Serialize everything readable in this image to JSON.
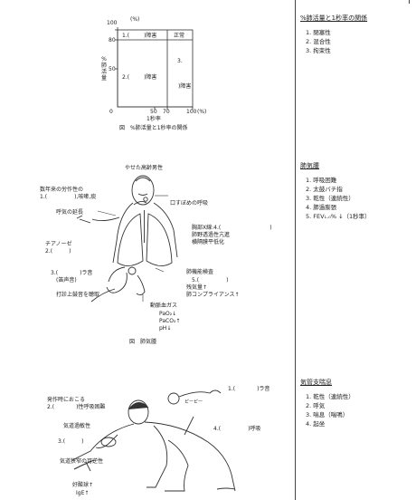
{
  "chart": {
    "y_unit": "(%)",
    "y_ticks": [
      "100",
      "80",
      "50",
      "0"
    ],
    "y_label_chars": [
      "%",
      "肺",
      "活",
      "量"
    ],
    "x_ticks": [
      "50",
      "70",
      "100"
    ],
    "x_unit": "(%)",
    "x_label": "1秒率",
    "cell_restrictive_num": "1.(",
    "cell_restrictive_tail": ")障害",
    "cell_normal": "正常",
    "cell_mixed_num": "2.(",
    "cell_mixed_tail": ")障害",
    "cell_obstructive_num": "3.",
    "cell_obstructive_tail": ")障害",
    "caption": "図　%肺活量と1秒率の関係"
  },
  "emphysema_fig": {
    "top_label": "やせた高齢男性",
    "history_line1": "数年来の労作性の",
    "history_line2": "1.(　　　　　),咳嗽,痰",
    "breathing": "呼気の延長",
    "pursed_lips": "口すぼめの呼吸",
    "cyanosis_line1": "チアノーゼ",
    "cyanosis_line2": "2.(　　　)",
    "xray_line1": "胸部X線:4.(　　　　　　　　　)",
    "xray_line2": "肺野透過性亢進",
    "xray_line3": "横隔膜平低化",
    "rale_line1": "3.(　　　　)ラ音",
    "rale_line2": "(笛声音)",
    "percussion": "打診上鼓音を聴取",
    "pft_line1": "肺機能検査",
    "pft_line2": "5.(　　　　　)",
    "pft_line3": "残気量↑",
    "pft_line4": "肺コンプライアンス↑",
    "abg_line1": "動脈血ガス",
    "abg_line2": "PaO₂↓",
    "abg_line3": "PaCO₂↑",
    "abg_line4": "pH↓",
    "caption": "図　肺気腫"
  },
  "asthma_fig": {
    "rale": "1.(　　　　)ラ音",
    "stethoscope_sound": "ピーピー",
    "onset_line1": "発作時におこる",
    "onset_line2": "2.(　　　　)性呼吸困難",
    "hypersensitivity": "気道過敏性",
    "item3": "3.(　　　)",
    "item4": "4.(　　　　　)呼吸",
    "reversibility": "気道狭窄の可逆性",
    "eosinophils": "好酸球↑",
    "ige": "IgE↑"
  },
  "sidebar": {
    "section1": {
      "title": "%肺活量と1秒率の関係",
      "items": [
        "1. 閉塞性",
        "2. 混合性",
        "3. 拘束性"
      ]
    },
    "section2": {
      "title": "肺気腫",
      "items": [
        "1. 呼吸困難",
        "2. 太鼓バチ指",
        "3. 乾性（連続性）",
        "4. 肺過膨張",
        "5. FEV₁.₀% ↓（1秒率）"
      ]
    },
    "section3": {
      "title": "気管支喘息",
      "items": [
        "1. 乾性（連続性）",
        "2. 呼気",
        "3. 喘息（喘鳴）",
        "4. 起坐"
      ]
    }
  }
}
